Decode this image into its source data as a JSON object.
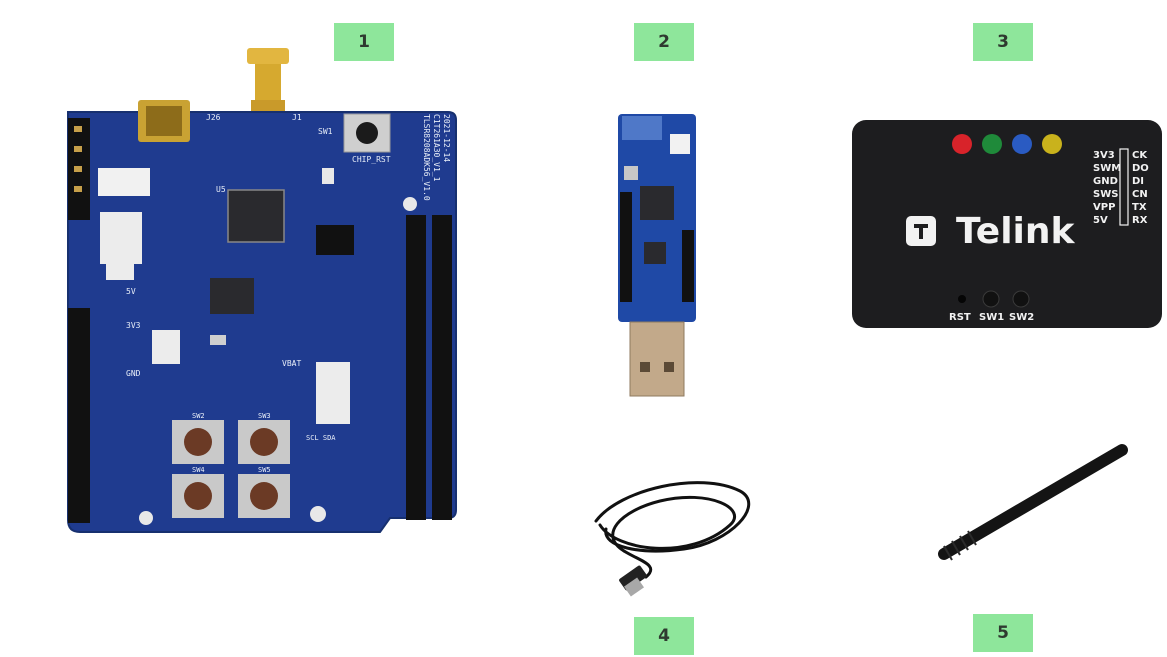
{
  "labels": [
    "1",
    "2",
    "3",
    "4",
    "5"
  ],
  "board": {
    "title": "TLSR8208ADK56_V1.0",
    "subtitle": "C1T261A30_V1_1",
    "date": "2021-12-14",
    "button_chip_rst": "CHIP_RST",
    "sw1": "SW1",
    "sw2": "SW2",
    "sw3": "SW3",
    "sw4": "SW4",
    "sw5": "SW5",
    "j26": "J26",
    "j1": "J1",
    "u5": "U5",
    "gnd": "GND",
    "v5": "5V",
    "v3v3": "3V3",
    "vbat": "VBAT",
    "scl_sda": "SCL SDA"
  },
  "debugger": {
    "brand": "Telink",
    "pins_left": [
      "3V3",
      "SWM",
      "GND",
      "SWS",
      "VPP",
      "5V"
    ],
    "pins_right": [
      "CK",
      "DO",
      "DI",
      "CN",
      "TX",
      "RX"
    ],
    "buttons": [
      "RST",
      "SW1",
      "SW2"
    ],
    "led_colors": [
      "#d8232a",
      "#1f8a3a",
      "#2a5bc2",
      "#c9b21c"
    ]
  },
  "colors": {
    "tag_bg": "#8ee69b",
    "pcb_blue": "#1f3b8f",
    "case_black": "#1d1d1f"
  }
}
